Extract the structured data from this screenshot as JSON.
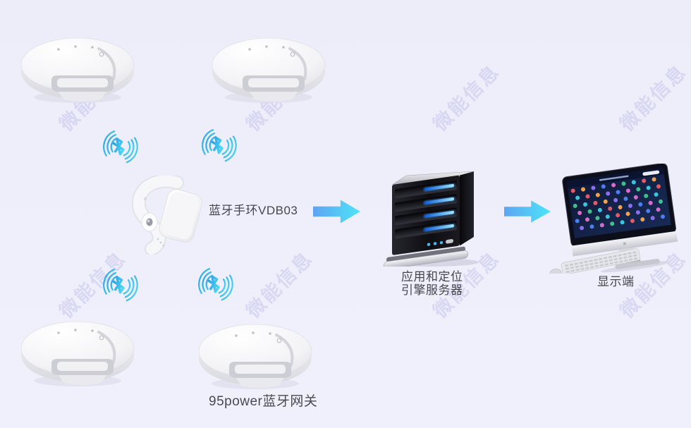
{
  "watermark": {
    "text": "微能信息",
    "color": "#c8c8ec"
  },
  "nodes": {
    "wristband": {
      "label": "蓝牙手环VDB03"
    },
    "server": {
      "label_lines": [
        "应用和定位",
        "引擎服务器"
      ]
    },
    "display": {
      "label": "显示端"
    },
    "gateways": {
      "label": "95power蓝牙网关"
    }
  },
  "icons": {
    "bluetooth": "bluetooth-signal-icon",
    "arrow": "flow-arrow-right-icon"
  },
  "colors": {
    "background": "#efeffb",
    "arrow_gradient_start": "#5ea4f2",
    "arrow_gradient_end": "#4de4f8",
    "bluetooth_gradient_start": "#2b9be2",
    "bluetooth_gradient_end": "#53e0f7",
    "label_text": "#46464d",
    "server_led_blue": "#49b8f8",
    "screen_background": "#13224a"
  },
  "monitor": {
    "dot_palette": [
      "#e25a6a",
      "#41c08b",
      "#4d7df2",
      "#f2a24d",
      "#3ac6da",
      "#d86ccb",
      "#8f6df2"
    ]
  }
}
